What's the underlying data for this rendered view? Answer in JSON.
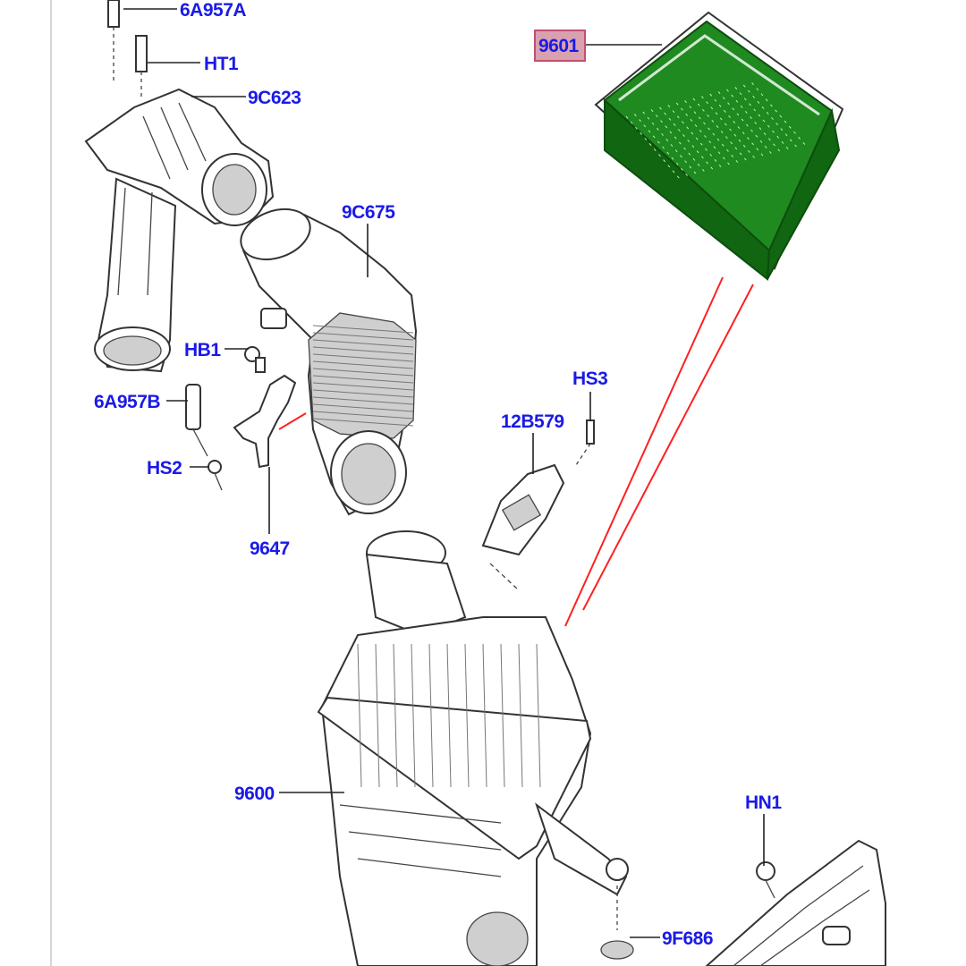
{
  "colors": {
    "callout_text": "#1a1ae6",
    "highlight_fill": "#d9a0b0",
    "highlight_border": "#c05070",
    "filter_green": "#1f8a1f",
    "filter_green_dark": "#116611",
    "red_line": "#ff2020"
  },
  "callouts": {
    "c_6a957a": "6A957A",
    "c_ht1": "HT1",
    "c_9c623": "9C623",
    "c_9601": "9601",
    "c_9c675": "9C675",
    "c_hb1": "HB1",
    "c_6a957b": "6A957B",
    "c_hs3": "HS3",
    "c_12b579": "12B579",
    "c_hs2": "HS2",
    "c_9647": "9647",
    "c_9600": "9600",
    "c_hn1": "HN1",
    "c_9f686": "9F686"
  },
  "highlighted_part": "9601"
}
